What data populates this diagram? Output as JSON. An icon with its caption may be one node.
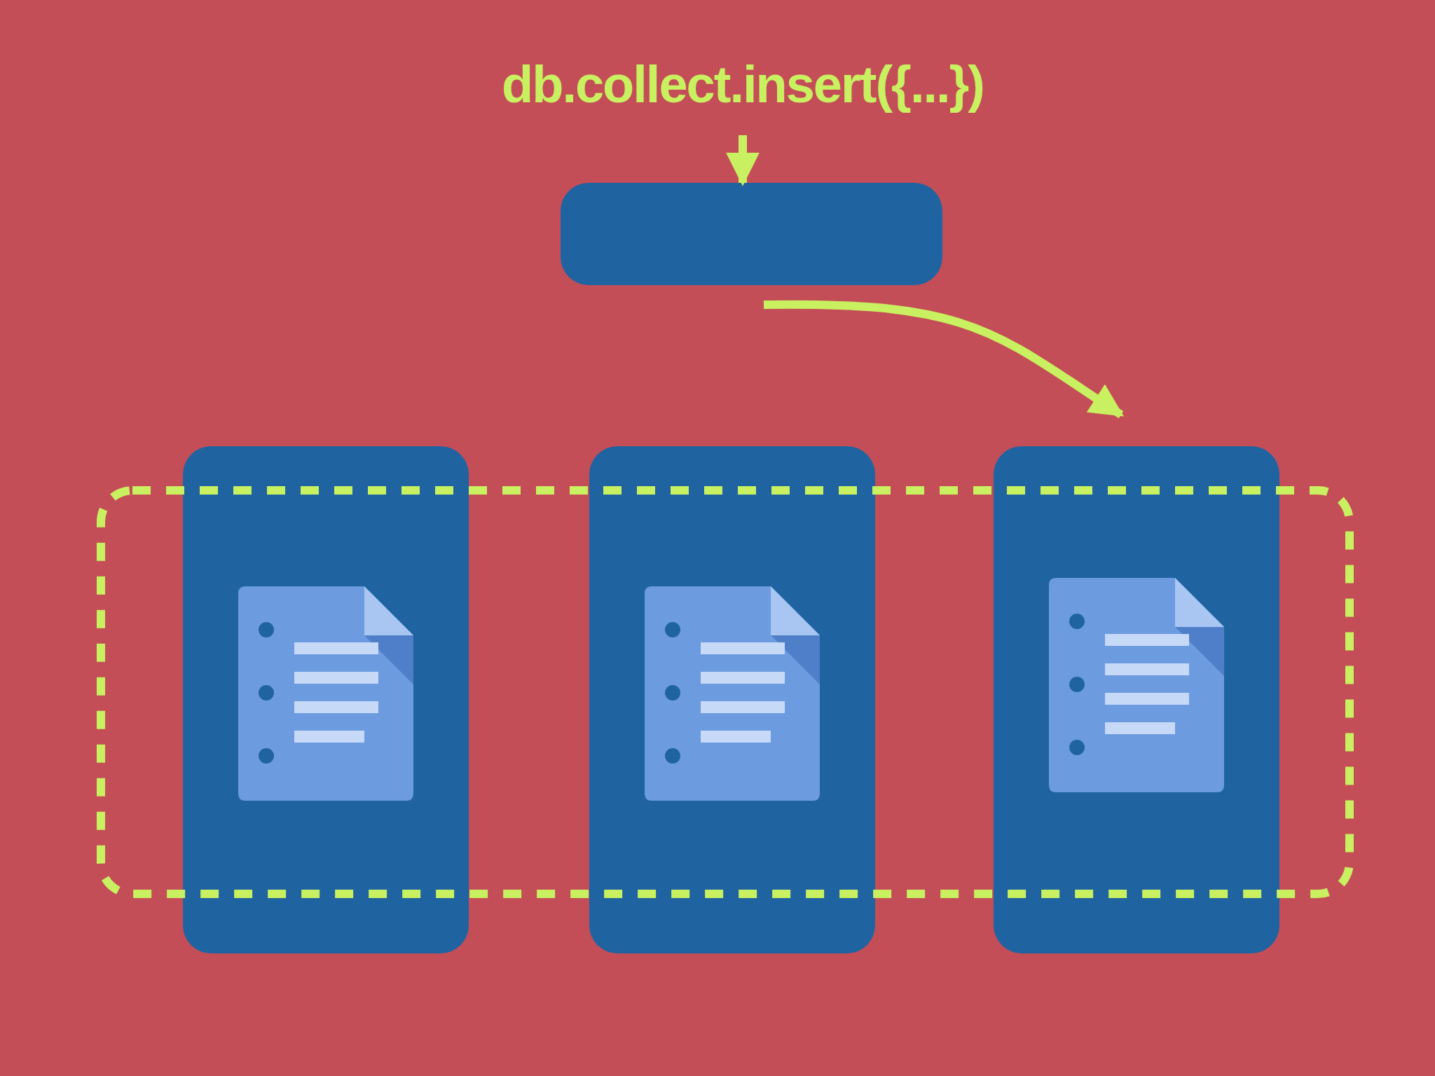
{
  "diagram": {
    "nodes": [
      {
        "text": [
          "db.collect.insert({...})"
        ]
      },
      {
        "text": [],
        "shape": "box"
      },
      {
        "text": [],
        "shape": "box"
      },
      {
        "text": [],
        "shape": "box"
      },
      {
        "text": [],
        "shape": "box"
      }
    ],
    "edges": [
      {
        "from": 0,
        "to": 1,
        "arrow": "to"
      },
      {
        "from": 1,
        "to": 4,
        "arrow": "to"
      }
    ]
  }
}
